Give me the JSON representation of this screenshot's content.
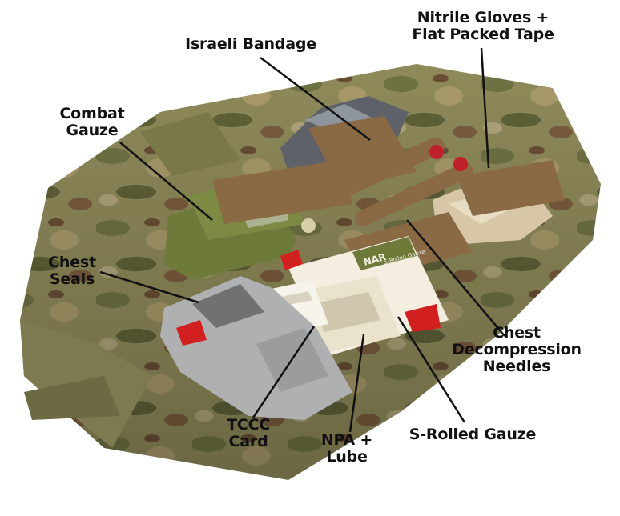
{
  "labels": {
    "nitrile_gloves": {
      "line1": "Nitrile Gloves +",
      "line2": "Flat Packed Tape"
    },
    "israeli_bandage": {
      "line1": "Israeli Bandage"
    },
    "combat_gauze": {
      "line1": "Combat",
      "line2": "Gauze"
    },
    "chest_seals": {
      "line1": "Chest",
      "line2": "Seals"
    },
    "chest_decompression": {
      "line1": "Chest",
      "line2": "Decompression",
      "line3": "Needles"
    },
    "tccc_card": {
      "line1": "TCCC",
      "line2": "Card"
    },
    "npa_lube": {
      "line1": "NPA +",
      "line2": "Lube"
    },
    "s_rolled_gauze": {
      "line1": "S-Rolled Gauze"
    }
  },
  "package_text": {
    "gauze_pack": "NAR",
    "gauze_pack_sub": "S-Rolled Gauze"
  },
  "colors": {
    "camo_base": "#8f8a5a",
    "coyote_strap": "#8a6a45",
    "olive_pouch": "#6e7a3a",
    "seal_red": "#d22020"
  }
}
